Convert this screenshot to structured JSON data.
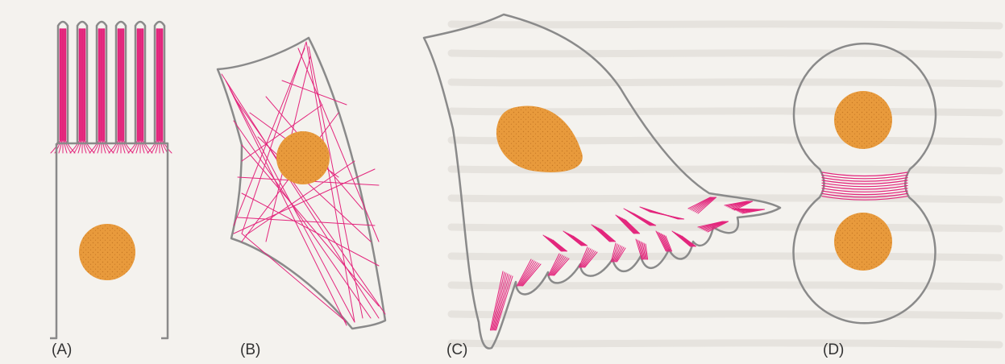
{
  "colors": {
    "background": "#f4f2ee",
    "bleed_text": "#dcd8d2",
    "membrane": "#8a8a8a",
    "actin": "#e3257c",
    "nucleus": "#e89a3c",
    "nucleus_speckle": "#c77a26",
    "label": "#333333"
  },
  "icons": {
    "A": "epithelial-cell-microvilli",
    "B": "fibroblast-stress-fibers",
    "C": "migrating-cell-lamellipodium",
    "D": "dividing-cell-contractile-ring"
  },
  "labels": {
    "a": "(A)",
    "b": "(B)",
    "c": "(C)",
    "d": "(D)"
  }
}
